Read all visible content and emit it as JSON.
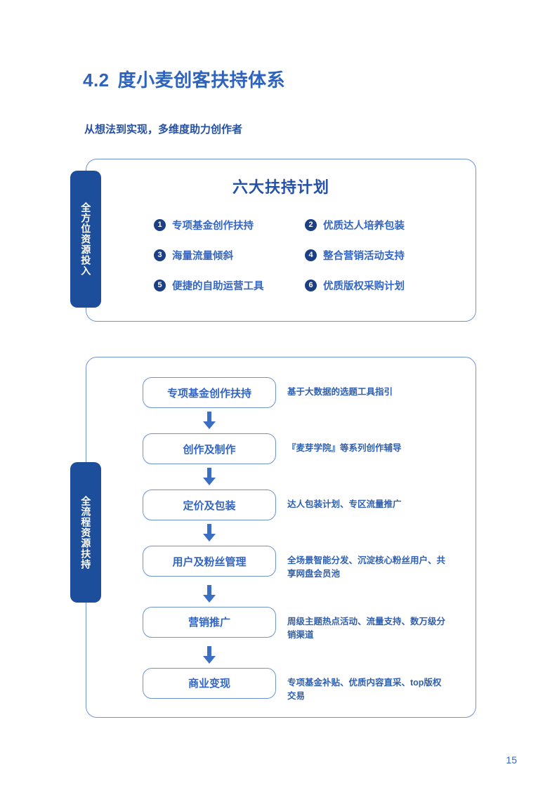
{
  "page": {
    "number": "15"
  },
  "heading": {
    "number": "4.2",
    "title": "度小麦创客扶持体系",
    "subtitle": "从想法到实现，多维度助力创作者"
  },
  "colors": {
    "tab_blue": "#1c4e9c",
    "heading_blue": "#2550a8",
    "text_blue": "#3366c4",
    "border_blue": "#6f94d0",
    "badge_navy": "#1c3f84"
  },
  "plans_card": {
    "side_tab": "全方位资源投入",
    "heading": "六大扶持计划",
    "items": [
      {
        "number": "1",
        "label": "专项基金创作扶持"
      },
      {
        "number": "2",
        "label": "优质达人培养包装"
      },
      {
        "number": "3",
        "label": "海量流量倾斜"
      },
      {
        "number": "4",
        "label": "整合营销活动支持"
      },
      {
        "number": "5",
        "label": "便捷的自助运营工具"
      },
      {
        "number": "6",
        "label": "优质版权采购计划"
      }
    ]
  },
  "flow_card": {
    "side_tab": "全流程资源扶持",
    "steps": [
      {
        "label": "专项基金创作扶持",
        "desc": "基于大数据的选题工具指引"
      },
      {
        "label": "创作及制作",
        "desc": "『麦芽学院』等系列创作辅导"
      },
      {
        "label": "定价及包装",
        "desc": "达人包装计划、专区流量推广"
      },
      {
        "label": "用户及粉丝管理",
        "desc": "全场景智能分发、沉淀核心粉丝用户、共享网盘会员池"
      },
      {
        "label": "营销推广",
        "desc": "周级主题热点活动、流量支持、数万级分销渠道"
      },
      {
        "label": "商业变现",
        "desc": "专项基金补贴、优质内容直采、top版权交易"
      }
    ]
  }
}
